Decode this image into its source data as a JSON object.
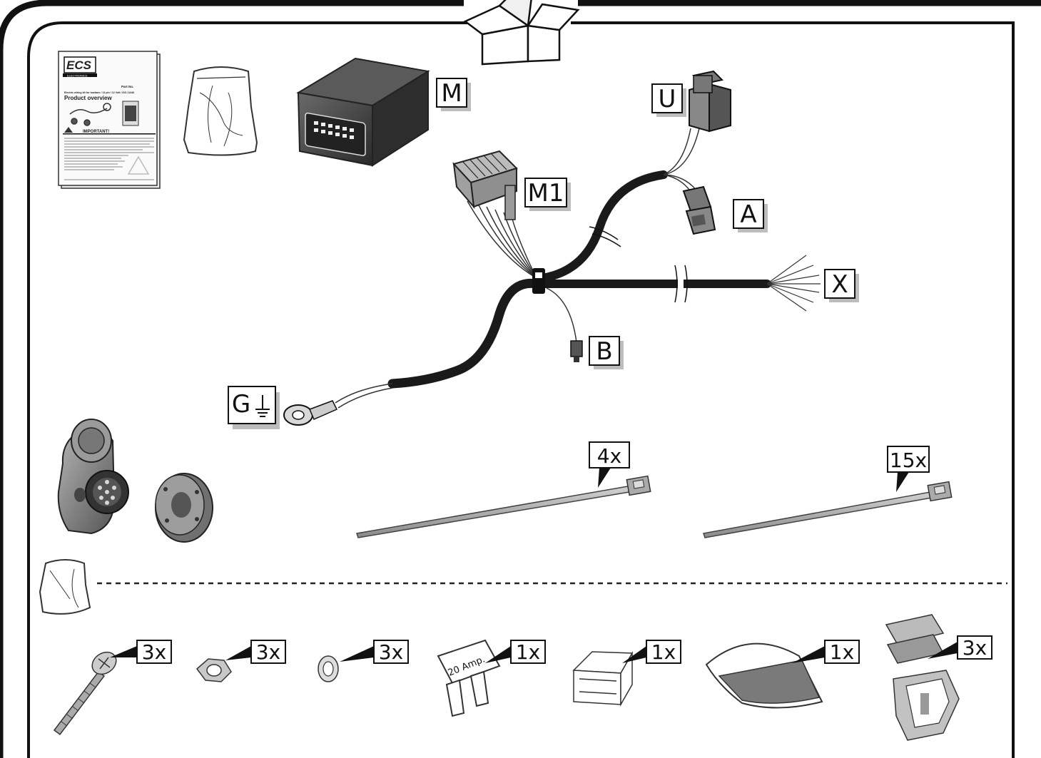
{
  "labels": {
    "M": "M",
    "U": "U",
    "M1": "M1",
    "A": "A",
    "X": "X",
    "B": "B",
    "G": "G"
  },
  "quantities": {
    "cable_tie_long": "4x",
    "cable_tie_short": "15x",
    "screw": "3x",
    "nut": "3x",
    "washer": "3x",
    "fuse": "1x",
    "fuse_holder": "1x",
    "adhesive_pad": "1x",
    "clip": "3x"
  },
  "manual": {
    "brand": "ECS",
    "brand_sub": "ELECTRONICS",
    "part_no": "Part No. ",
    "subtitle": "Electric wiring kit for towbars / 13 pin / 12 Volt / ISO 11446",
    "title": "Product overview",
    "warning": "IMPORTANT!"
  },
  "fuse_text": "20 Amp.",
  "colors": {
    "frame": "#111111",
    "label_shadow": "#bdbdbd",
    "harness": "#1a1a1a",
    "module": "#3a3a3a",
    "part_grey": "#8c8c8c",
    "tie_grey": "#a8a8a8"
  }
}
